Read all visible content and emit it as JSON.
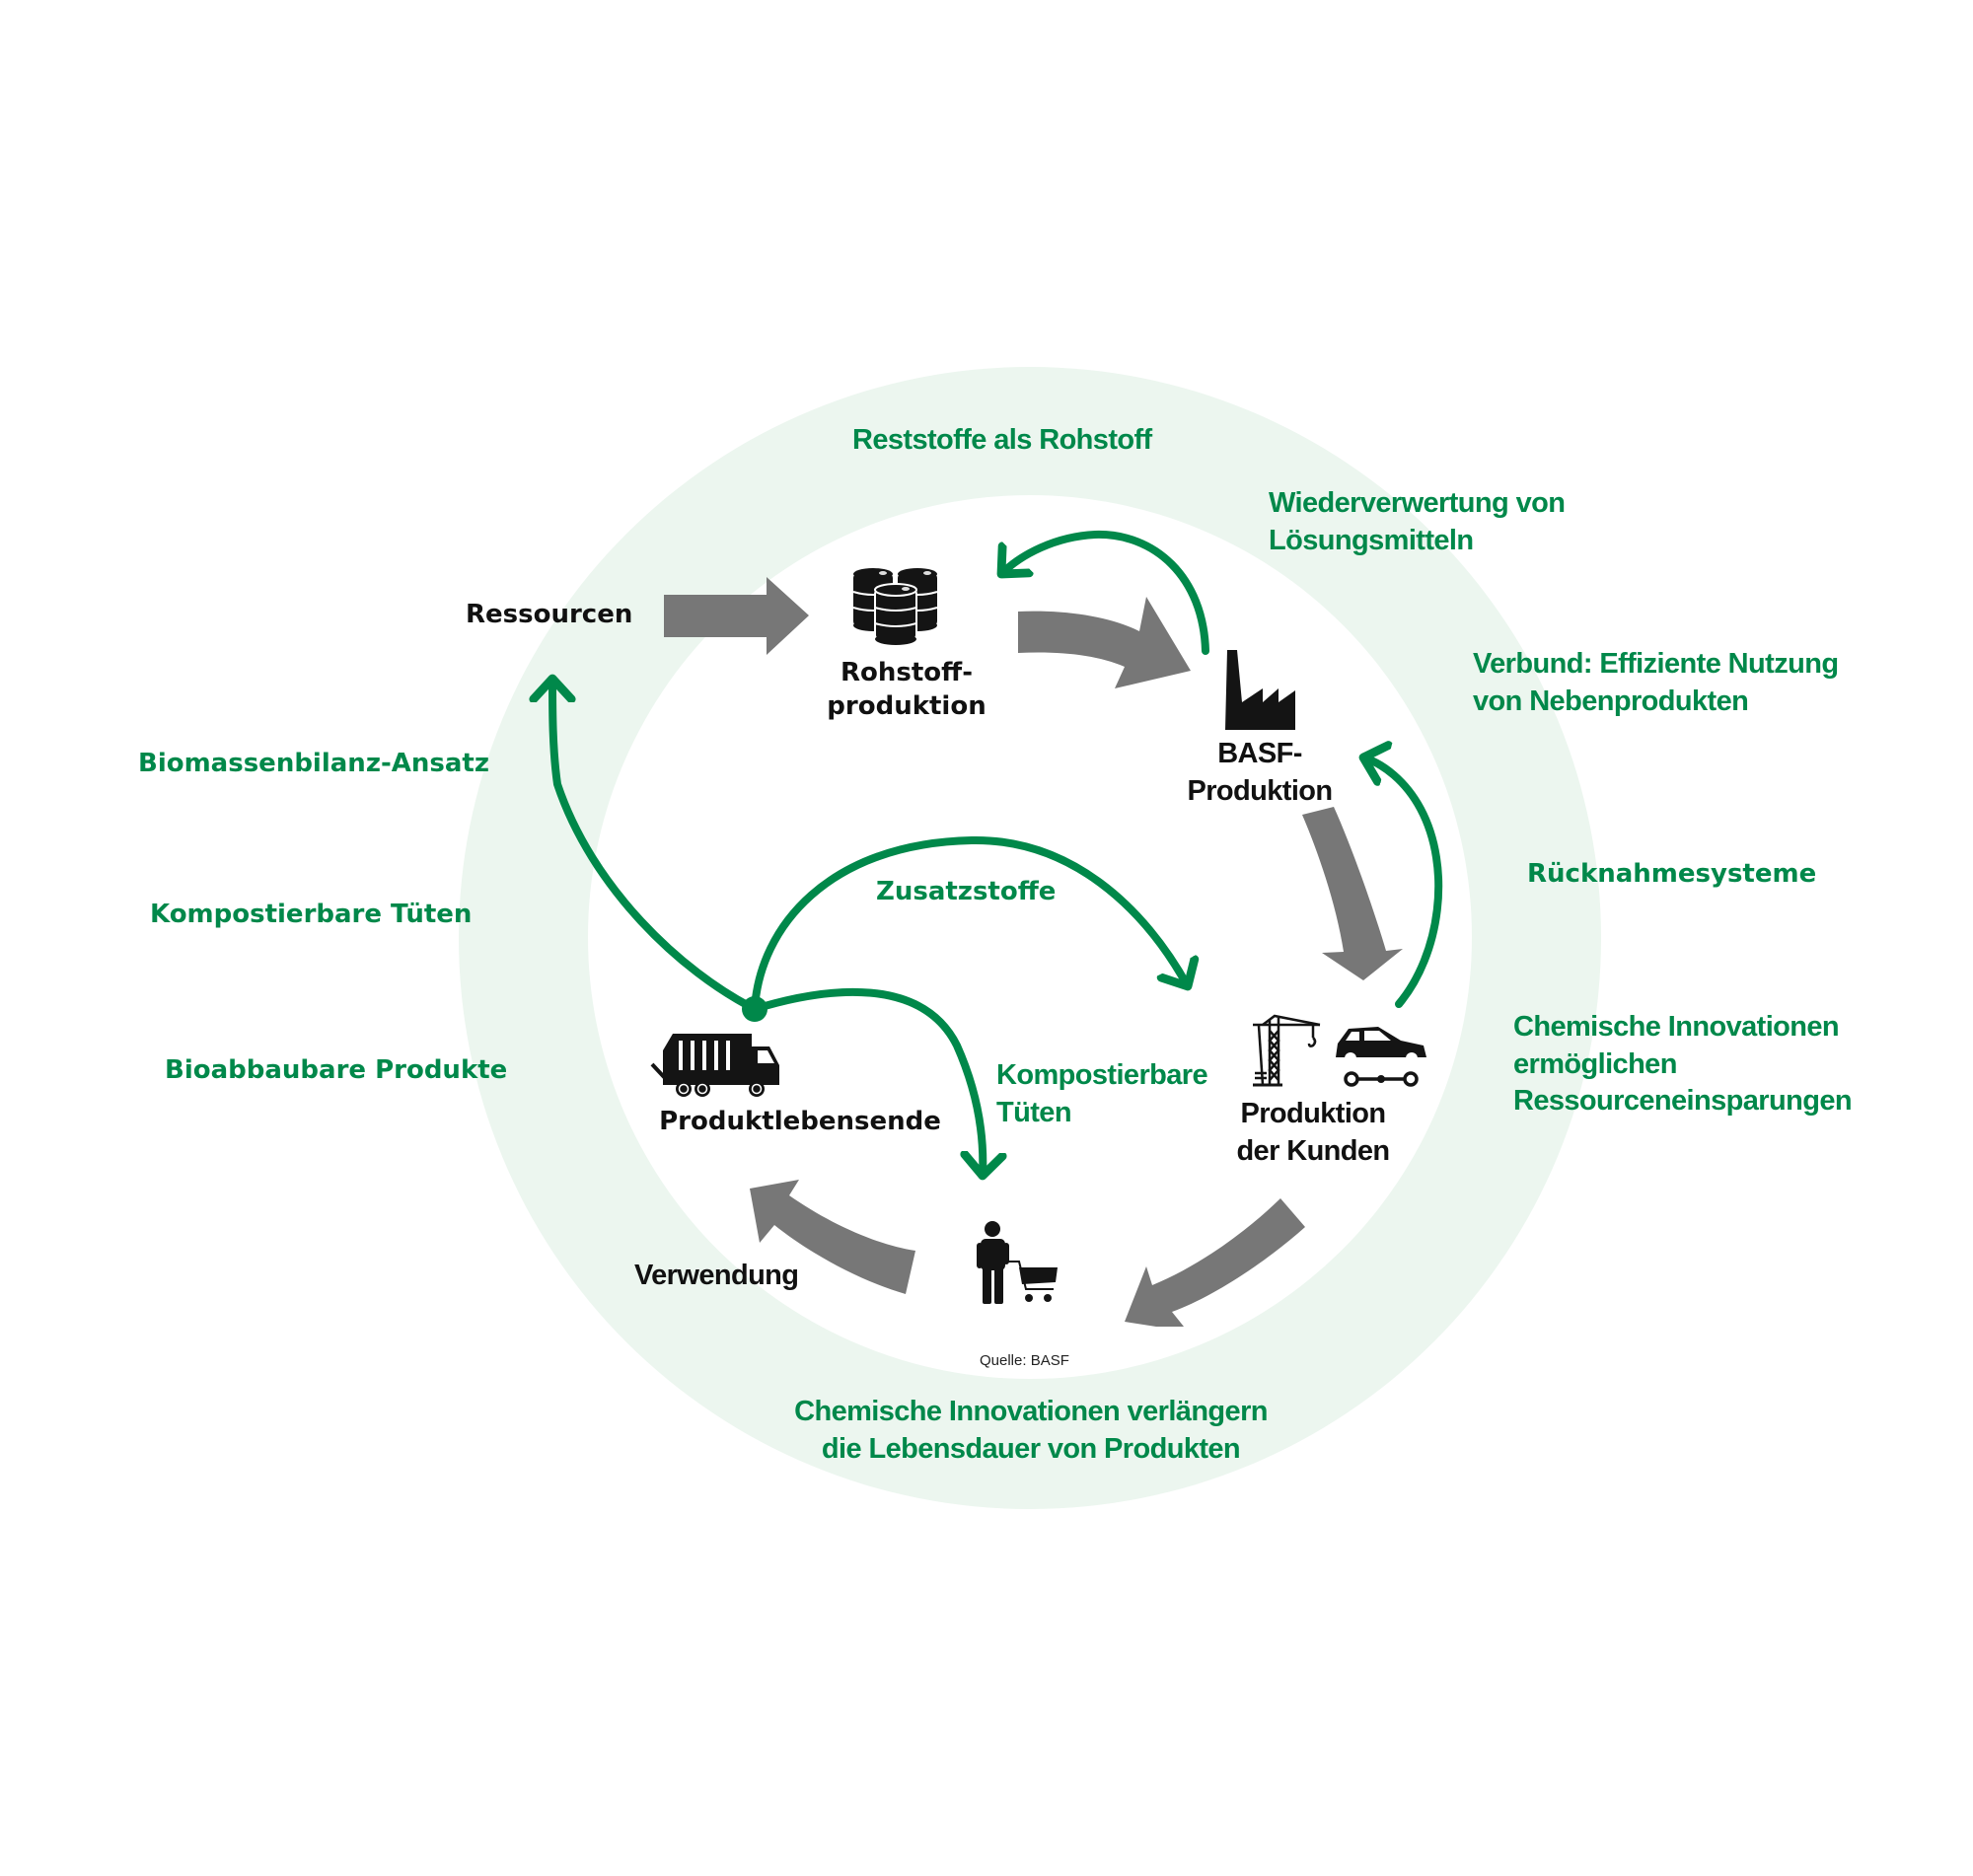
{
  "colors": {
    "accent_green": "#00884a",
    "ring_fill": "#ecf6ef",
    "gray_arrow": "#777777",
    "icon_black": "#141414"
  },
  "cycle_nodes": {
    "resources": "Ressourcen",
    "raw_material_production": [
      "Rohstoff-",
      "produktion"
    ],
    "basf_production": [
      "BASF-",
      "Produktion"
    ],
    "customer_production": [
      "Produktion",
      "der Kunden"
    ],
    "use": "Verwendung",
    "end_of_life": "Produktlebensende"
  },
  "inner_loop_labels": {
    "additives": "Zusatzstoffe",
    "compostable_bags": [
      "Kompostierbare",
      "Tüten"
    ]
  },
  "outer_ring_labels": {
    "residues_as_raw_material": "Reststoffe als Rohstoff",
    "solvent_recycling": [
      "Wiederverwertung von",
      "Lösungsmitteln"
    ],
    "verbund": [
      "Verbund: Effiziente Nutzung",
      "von Nebenprodukten"
    ],
    "take_back_systems": "Rücknahmesysteme",
    "resource_savings": [
      "Chemische Innovationen",
      "ermöglichen",
      "Ressourceneinsparungen"
    ],
    "longer_lifetime": [
      "Chemische Innovationen verlängern",
      "die Lebensdauer von Produkten"
    ],
    "biomass_balance": "Biomassenbilanz-Ansatz",
    "compostable_bags": "Kompostierbare Tüten",
    "biodegradable_products": "Bioabbaubare Produkte"
  },
  "source": "Quelle: BASF",
  "icons": {
    "raw_material": "oil-barrels-icon",
    "basf": "factory-icon",
    "customer_construction": "crane-icon",
    "customer_automotive": "car-icon",
    "use": "shopper-cart-icon",
    "end_of_life": "garbage-truck-icon"
  }
}
